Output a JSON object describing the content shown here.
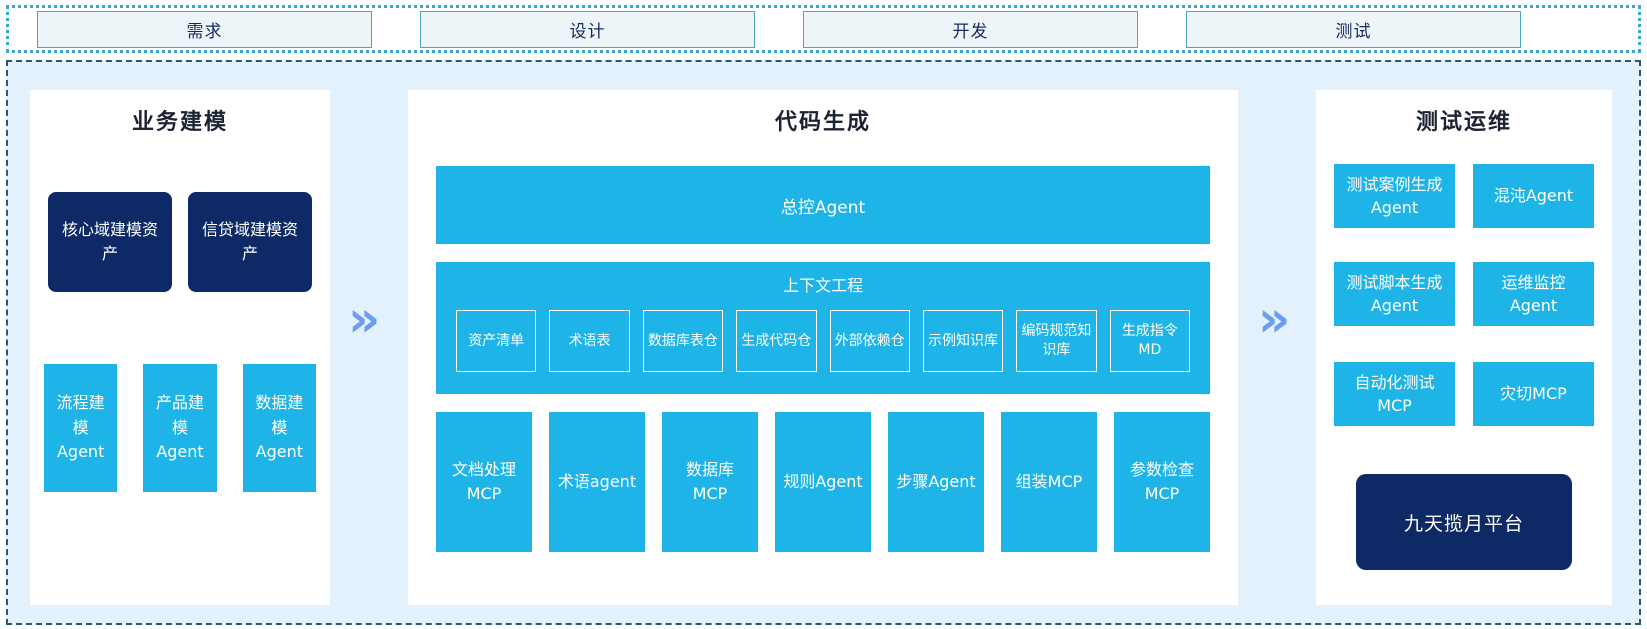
{
  "top_bar": {
    "stages": [
      {
        "label": "需求"
      },
      {
        "label": "设计"
      },
      {
        "label": "开发"
      },
      {
        "label": "测试"
      }
    ]
  },
  "panels": {
    "business_modeling": {
      "title": "业务建模",
      "asset_boxes": [
        {
          "label": "核心域建模资产"
        },
        {
          "label": "信贷域建模资产"
        }
      ],
      "agent_boxes": [
        {
          "label": "流程建模Agent"
        },
        {
          "label": "产品建模Agent"
        },
        {
          "label": "数据建模Agent"
        }
      ]
    },
    "code_generation": {
      "title": "代码生成",
      "master_agent": "总控Agent",
      "context_engineering": {
        "title": "上下文工程",
        "items": [
          "资产清单",
          "术语表",
          "数据库表仓",
          "生成代码仓",
          "外部依赖仓",
          "示例知识库",
          "编码规范知识库",
          "生成指令MD"
        ]
      },
      "tool_boxes": [
        "文档处理MCP",
        "术语agent",
        "数据库MCP",
        "规则Agent",
        "步骤Agent",
        "组装MCP",
        "参数检查MCP"
      ]
    },
    "test_ops": {
      "title": "测试运维",
      "boxes": [
        "测试案例生成Agent",
        "混沌Agent",
        "测试脚本生成Agent",
        "运维监控Agent",
        "自动化测试MCP",
        "灾切MCP"
      ],
      "platform": "九天揽月平台"
    }
  },
  "arrows": {
    "symbol": "»"
  },
  "colors": {
    "cyan": "#1FB4E8",
    "navy": "#0D2A66",
    "arrow_blue": "#6D9DF0",
    "background_light_blue": "#E2F1FB",
    "stage_fill": "#EEF5F9",
    "stage_border": "#4BA4CA",
    "dotted_border": "#3AA6CE",
    "dashed_border": "#2F566B"
  }
}
